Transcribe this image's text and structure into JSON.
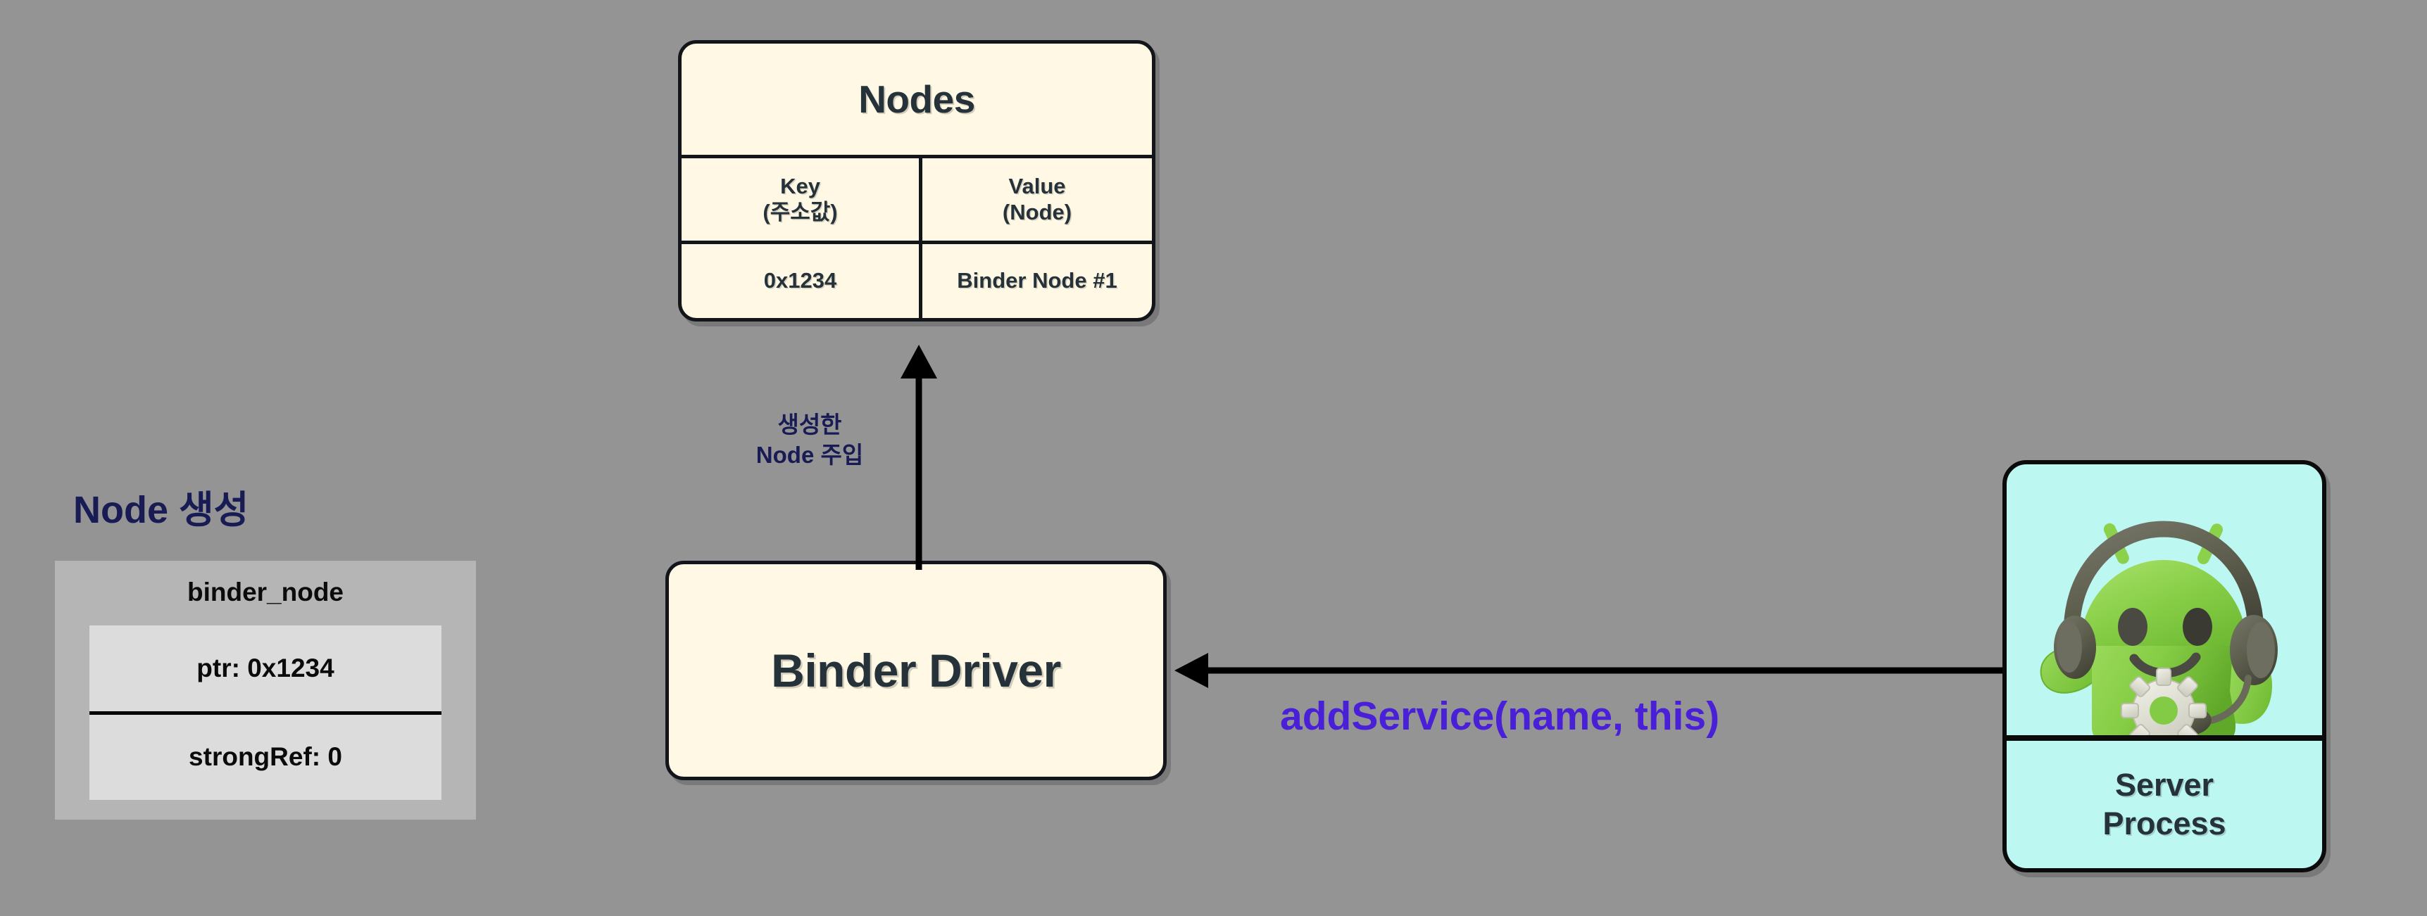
{
  "canvas": {
    "background_color": "#949494",
    "box_fill": "#FEF8E4",
    "accent_navy": "#191b54",
    "accent_purple": "#4A1FD8",
    "card_cyan": "#BDF7F2",
    "text_dark": "#253239"
  },
  "nodes_table": {
    "title": "Nodes",
    "columns": [
      {
        "label": "Key",
        "sub": "(주소값)"
      },
      {
        "label": "Value",
        "sub": "(Node)"
      }
    ],
    "rows": [
      {
        "key": "0x1234",
        "value": "Binder Node #1"
      }
    ]
  },
  "binder_driver": {
    "label": "Binder Driver"
  },
  "node_creation": {
    "title": "Node 생성",
    "struct_name": "binder_node",
    "fields": [
      {
        "text": "ptr: 0x1234"
      },
      {
        "text": "strongRef: 0"
      }
    ]
  },
  "arrows": {
    "inject_node": {
      "line1": "생성한",
      "line2": "Node 주입",
      "direction": "up",
      "color": "#000000"
    },
    "add_service": {
      "label": "addService(name, this)",
      "direction": "left",
      "color": "#000000"
    }
  },
  "server_process": {
    "title_line1": "Server",
    "title_line2": "Process",
    "avatar": "android-support-mascot-icon"
  }
}
